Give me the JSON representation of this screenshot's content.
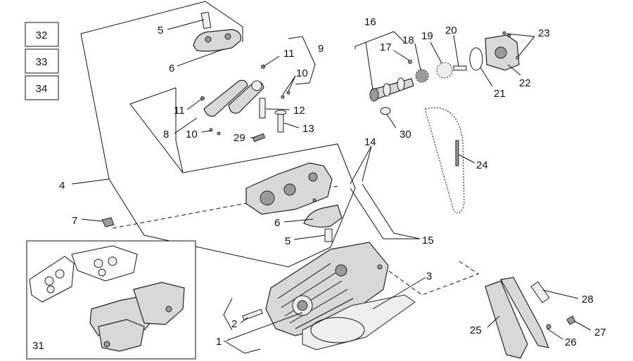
{
  "ref_boxes": [
    "32",
    "33",
    "34"
  ],
  "callouts": [
    {
      "id": "c5a",
      "text": "5"
    },
    {
      "id": "c6a",
      "text": "6"
    },
    {
      "id": "c9",
      "text": "9"
    },
    {
      "id": "c11a",
      "text": "11"
    },
    {
      "id": "c10a",
      "text": "10"
    },
    {
      "id": "c11b",
      "text": "11"
    },
    {
      "id": "c8",
      "text": "8"
    },
    {
      "id": "c10b",
      "text": "10"
    },
    {
      "id": "c12",
      "text": "12"
    },
    {
      "id": "c13",
      "text": "13"
    },
    {
      "id": "c29",
      "text": "29"
    },
    {
      "id": "c16",
      "text": "16"
    },
    {
      "id": "c17",
      "text": "17"
    },
    {
      "id": "c18",
      "text": "18"
    },
    {
      "id": "c19",
      "text": "19"
    },
    {
      "id": "c20",
      "text": "20"
    },
    {
      "id": "c23",
      "text": "23"
    },
    {
      "id": "c22",
      "text": "22"
    },
    {
      "id": "c21",
      "text": "21"
    },
    {
      "id": "c30",
      "text": "30"
    },
    {
      "id": "c24",
      "text": "24"
    },
    {
      "id": "c14",
      "text": "14"
    },
    {
      "id": "c4",
      "text": "4"
    },
    {
      "id": "c7",
      "text": "7"
    },
    {
      "id": "c6b",
      "text": "6"
    },
    {
      "id": "c5b",
      "text": "5"
    },
    {
      "id": "c15",
      "text": "15"
    },
    {
      "id": "c3",
      "text": "3"
    },
    {
      "id": "c28",
      "text": "28"
    },
    {
      "id": "c2",
      "text": "2"
    },
    {
      "id": "c1",
      "text": "1"
    },
    {
      "id": "c25",
      "text": "25"
    },
    {
      "id": "c27",
      "text": "27"
    },
    {
      "id": "c26",
      "text": "26"
    },
    {
      "id": "c31",
      "text": "31"
    }
  ]
}
